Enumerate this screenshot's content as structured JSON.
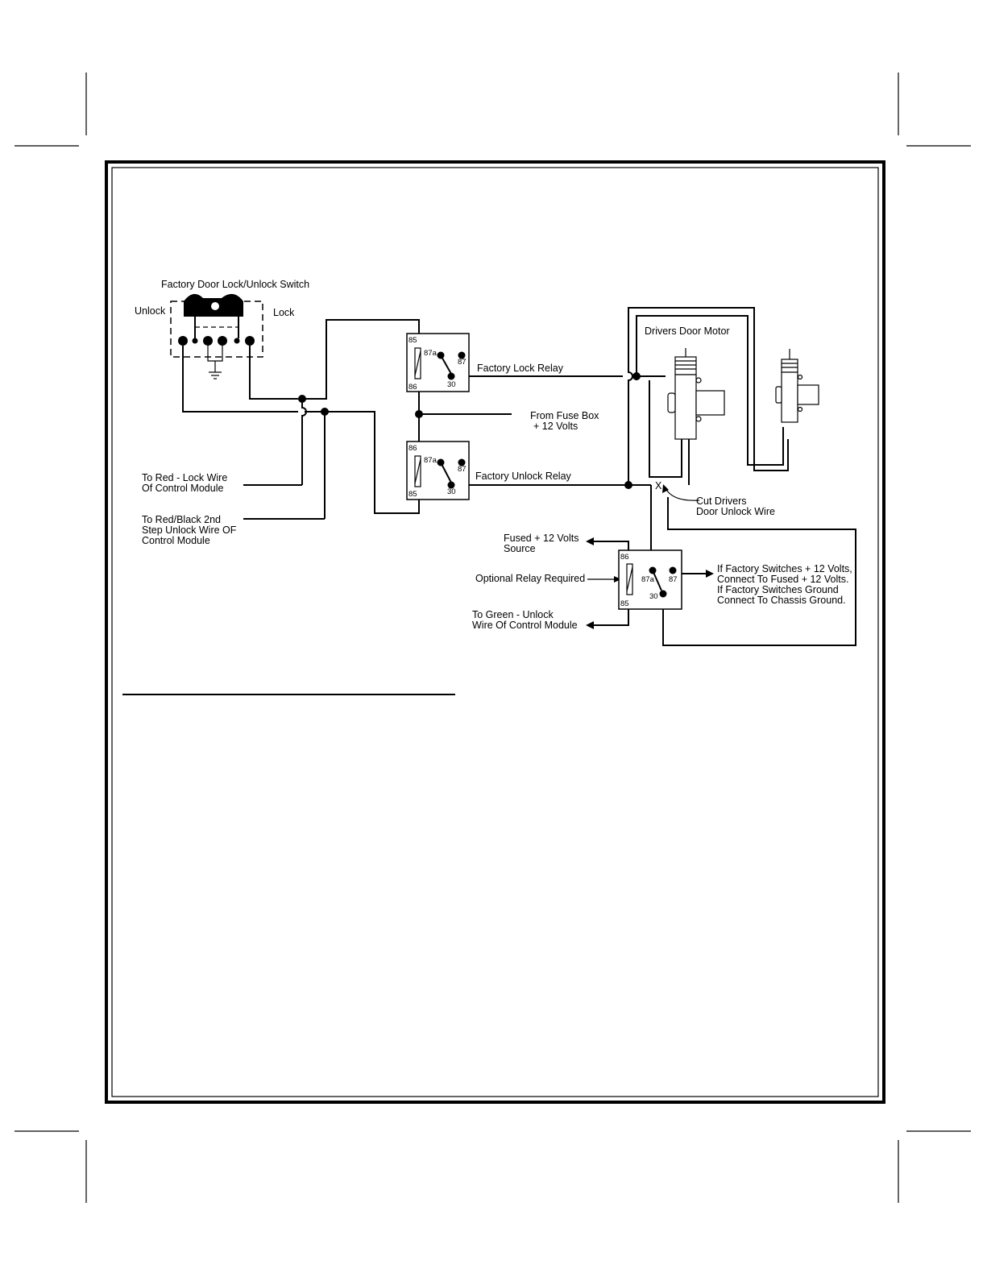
{
  "switch": {
    "title": "Factory Door Lock/Unlock Switch",
    "unlock_label": "Unlock",
    "lock_label": "Lock"
  },
  "relays": {
    "lock": {
      "label": "Factory Lock Relay",
      "pins": {
        "p85": "85",
        "p86": "86",
        "p87a": "87a",
        "p87": "87",
        "p30": "30"
      }
    },
    "unlock": {
      "label": "Factory Unlock Relay",
      "pins": {
        "p86": "86",
        "p85": "85",
        "p87a": "87a",
        "p87": "87",
        "p30": "30"
      }
    },
    "optional": {
      "label": "Optional Relay Required",
      "pins": {
        "p86": "86",
        "p85": "85",
        "p87a": "87a",
        "p87": "87",
        "p30": "30"
      }
    }
  },
  "labels": {
    "fuse_box_line1": "From Fuse Box",
    "fuse_box_line2": "+ 12 Volts",
    "motor": "Drivers Door Motor",
    "cut_line1": "Cut Drivers",
    "cut_line2": "Door Unlock Wire",
    "cut_mark": "X",
    "red_lock_line1": "To Red - Lock Wire",
    "red_lock_line2": "Of Control Module",
    "red_black_line1": "To Red/Black 2nd",
    "red_black_line2": "Step Unlock Wire OF",
    "red_black_line3": "Control Module",
    "fused_line1": "Fused + 12 Volts",
    "fused_line2": "Source",
    "green_line1": "To Green - Unlock",
    "green_line2": "Wire Of Control Module",
    "note_line1": "If Factory Switches + 12 Volts,",
    "note_line2": "Connect To Fused + 12 Volts.",
    "note_line3": "If Factory Switches Ground",
    "note_line4": "Connect To Chassis Ground."
  }
}
